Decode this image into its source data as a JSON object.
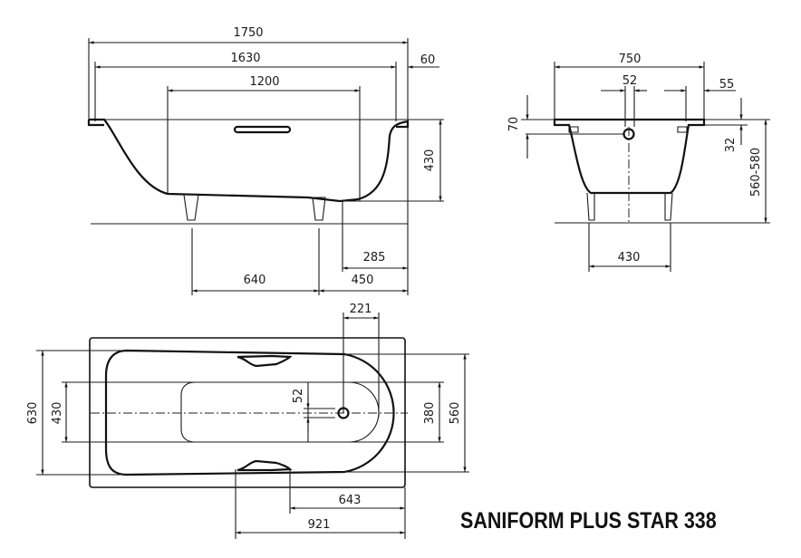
{
  "title": "SANIFORM PLUS STAR 338",
  "side_view": {
    "d1750": "1750",
    "d1630": "1630",
    "d1200": "1200",
    "d60": "60",
    "d430": "430",
    "d285": "285",
    "d640": "640",
    "d450": "450"
  },
  "end_view": {
    "d750": "750",
    "d52": "52",
    "d55": "55",
    "d70": "70",
    "d32": "32",
    "d560_580": "560-580",
    "d430": "430"
  },
  "plan_view": {
    "d221": "221",
    "d630": "630",
    "d430": "430",
    "d52": "52",
    "d380": "380",
    "d560": "560",
    "d643": "643",
    "d921": "921"
  }
}
